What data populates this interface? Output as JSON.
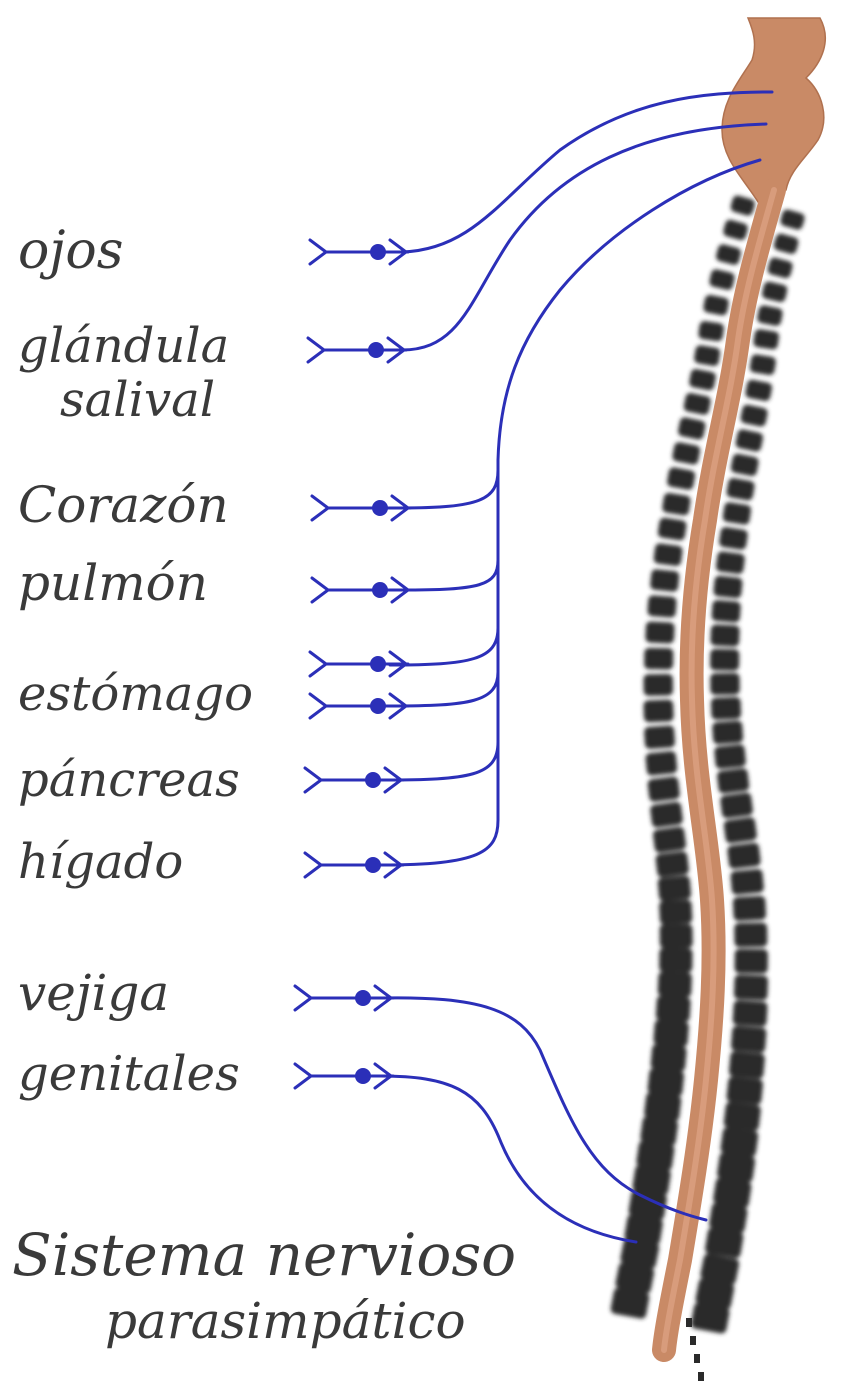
{
  "organs": {
    "ojos": "ojos",
    "glandula_line1": "glándula",
    "glandula_line2": "salival",
    "corazon": "Corazón",
    "pulmon": "pulmón",
    "estomago": "estómago",
    "pancreas": "páncreas",
    "higado": "hígado",
    "vejiga": "vejiga",
    "genitales": "genitales"
  },
  "title": {
    "line1": "Sistema nervioso",
    "line2": "parasimpático"
  },
  "colors": {
    "nerve": "#2b2fb8",
    "spinal_cord": "#c98a66",
    "vertebra": "#2a2a2a",
    "text": "#3a3a3a"
  }
}
